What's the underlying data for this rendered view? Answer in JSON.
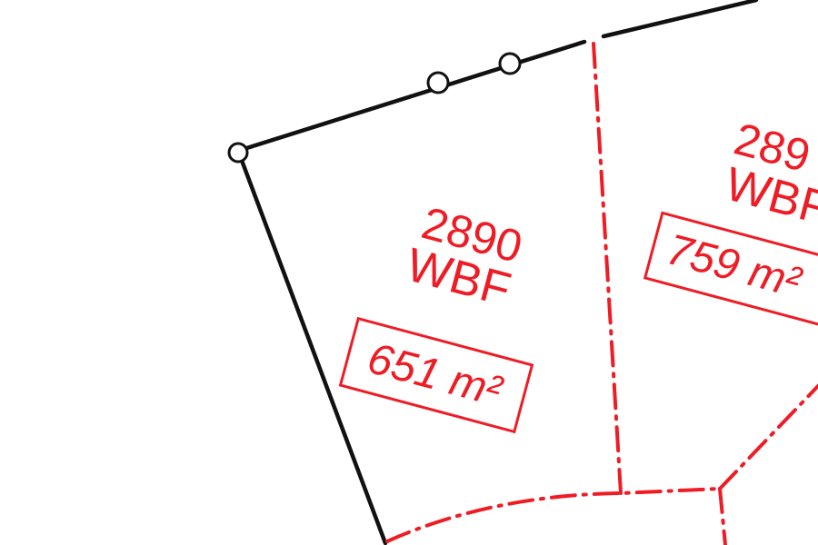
{
  "colors": {
    "boundary_existing": "#111111",
    "boundary_proposed": "#ee1c25",
    "background": "#ffffff"
  },
  "parcels": [
    {
      "number": "2890",
      "use": "WBF",
      "area": "651 m²"
    },
    {
      "number": "289",
      "use": "WBF",
      "area": "759 m²"
    }
  ]
}
